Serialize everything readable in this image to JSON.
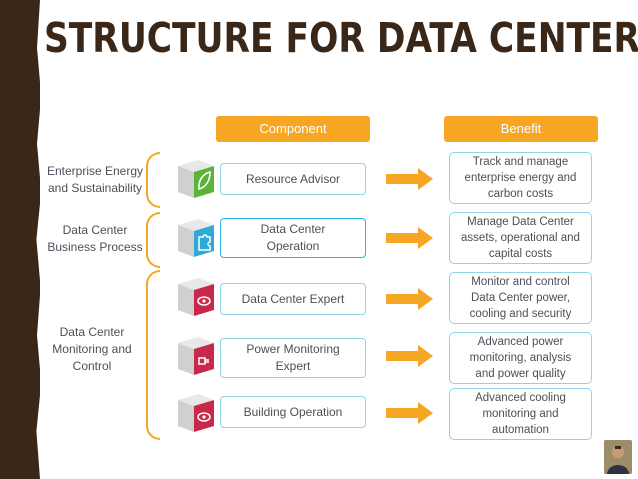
{
  "title": "STRUCTURE FOR DATA CENTERS",
  "headers": {
    "component": "Component",
    "benefit": "Benefit"
  },
  "groups": [
    {
      "label_line1": "Enterprise Energy",
      "label_line2": "and Sustainability"
    },
    {
      "label_line1": "Data Center",
      "label_line2": "Business Process"
    },
    {
      "label_line1": "Data Center",
      "label_line2": "Monitoring and",
      "label_line3": "Control"
    }
  ],
  "rows": [
    {
      "component_line1": "Resource Advisor",
      "component_line2": "",
      "cube_color": "#5cb33a",
      "icon": "leaf-icon",
      "benefit_line1": "Track and manage",
      "benefit_line2": "enterprise energy and",
      "benefit_line3": "carbon costs"
    },
    {
      "component_line1": "Data Center",
      "component_line2": "Operation",
      "cube_color": "#2fa9d8",
      "icon": "puzzle-icon",
      "benefit_line1": "Manage Data Center",
      "benefit_line2": "assets, operational and",
      "benefit_line3": "capital costs"
    },
    {
      "component_line1": "Data Center Expert",
      "component_line2": "",
      "cube_color": "#c8284a",
      "icon": "eye-icon",
      "benefit_line1": "Monitor and control",
      "benefit_line2": "Data Center power,",
      "benefit_line3": "cooling and security"
    },
    {
      "component_line1": "Power Monitoring",
      "component_line2": "Expert",
      "cube_color": "#c8284a",
      "icon": "plug-icon",
      "benefit_line1": "Advanced power",
      "benefit_line2": "monitoring, analysis",
      "benefit_line3": "and power quality"
    },
    {
      "component_line1": "Building Operation",
      "component_line2": "",
      "cube_color": "#c8284a",
      "icon": "eye-icon",
      "benefit_line1": "Advanced cooling",
      "benefit_line2": "monitoring and",
      "benefit_line3": "automation"
    }
  ],
  "colors": {
    "accent": "#f6a623",
    "title": "#3b2718",
    "border": "#8fd3e6"
  }
}
